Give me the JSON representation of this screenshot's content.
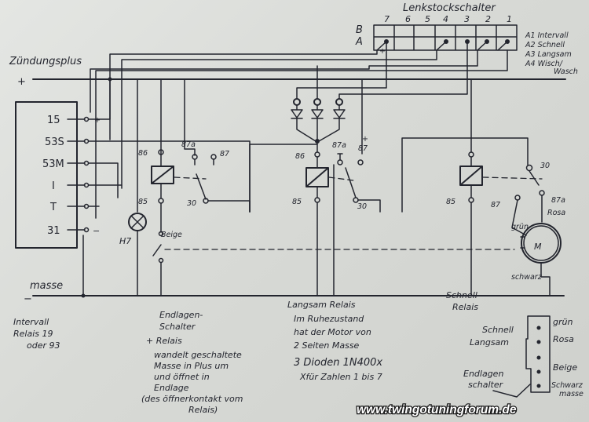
{
  "labels": {
    "lenkstockschalter": "Lenkstockschalter",
    "zuendungsplus": "Zündungsplus",
    "plus": "+",
    "masse": "masse",
    "minus": "−",
    "row_b": "B",
    "row_a": "A",
    "switch_cols": [
      "7",
      "6",
      "5",
      "4",
      "3",
      "2",
      "1"
    ],
    "modes": [
      "A1 Intervall",
      "A2 Schnell",
      "A3 Langsam",
      "A4 Wisch/",
      "Wasch"
    ],
    "relay_terms": [
      "15",
      "53S",
      "53M",
      "I",
      "T",
      "31"
    ],
    "relay_plus": "+",
    "relay_minus": "−",
    "k1_86": "86",
    "k1_87a": "87a",
    "k1_87": "87",
    "k1_85": "85",
    "k1_30": "30",
    "k2_86": "86",
    "k2_87a": "87a",
    "k2_87": "87",
    "k2_plus": "+",
    "k2_85": "85",
    "k2_30": "30",
    "k3_85": "85",
    "k3_87": "87",
    "k3_30": "30",
    "k3_87a": "87a",
    "lamp": "H7",
    "beige": "Beige",
    "gruen": "grün",
    "rosa": "Rosa",
    "schwarz": "schwarz",
    "motor": "M",
    "note_intervall": [
      "Intervall",
      "Relais 19",
      "oder 93"
    ],
    "note_endlagen": [
      "Endlagen-",
      "Schalter",
      "+ Relais",
      "wandelt geschaltete",
      "Masse in Plus um",
      "und öffnet in",
      "Endlage",
      "(des öffnerkontakt vom",
      "Relais)"
    ],
    "note_langsam": [
      "Langsam Relais",
      "Im Ruhezustand",
      "hat der Motor von",
      "2 Seiten Masse",
      "3 Dioden 1N400x",
      "Xfür Zahlen 1 bis 7"
    ],
    "note_schnell": [
      "Schnell",
      "Relais"
    ],
    "conn_left": [
      "Schnell",
      "Langsam"
    ],
    "conn_right": [
      "grün",
      "Rosa",
      "Beige",
      "Schwarz",
      "masse"
    ],
    "conn_endlagen": [
      "Endlagen",
      "schalter"
    ],
    "watermark": "www.twingotuningforum.de"
  }
}
